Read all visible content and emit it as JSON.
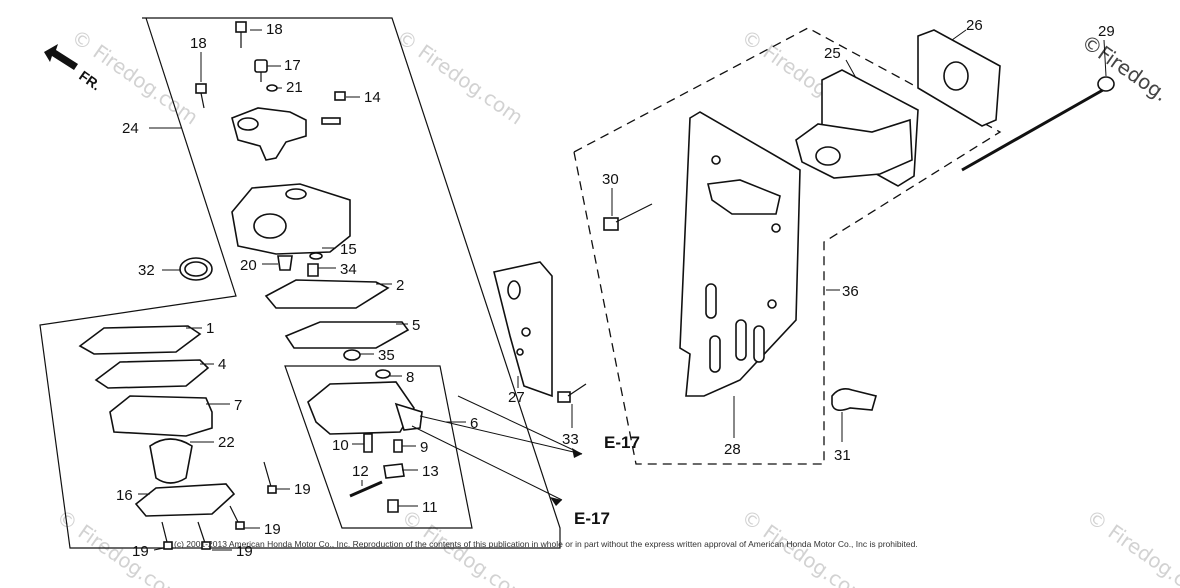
{
  "direction": {
    "label": "FR."
  },
  "watermark": {
    "text": "© Firedog.com",
    "brand_text": "©Firedog."
  },
  "copyright": "(c) 2001-2013 American Honda Motor Co., Inc. Reproduction of the contents of this publication in whole or in part without the express written approval of American Honda Motor Co., Inc is prohibited.",
  "references": {
    "e17_upper": "E-17",
    "e17_lower": "E-17"
  },
  "callouts": {
    "c1": "1",
    "c2": "2",
    "c4": "4",
    "c5": "5",
    "c6": "6",
    "c7": "7",
    "c8": "8",
    "c9": "9",
    "c10": "10",
    "c11": "11",
    "c12": "12",
    "c13": "13",
    "c14": "14",
    "c15": "15",
    "c16": "16",
    "c17": "17",
    "c18a": "18",
    "c18b": "18",
    "c19a": "19",
    "c19b": "19",
    "c19c": "19",
    "c19d": "19",
    "c20": "20",
    "c21": "21",
    "c22": "22",
    "c24": "24",
    "c25": "25",
    "c26": "26",
    "c27": "27",
    "c28": "28",
    "c29": "29",
    "c30": "30",
    "c31": "31",
    "c32": "32",
    "c33": "33",
    "c34": "34",
    "c35": "35",
    "c36": "36"
  }
}
